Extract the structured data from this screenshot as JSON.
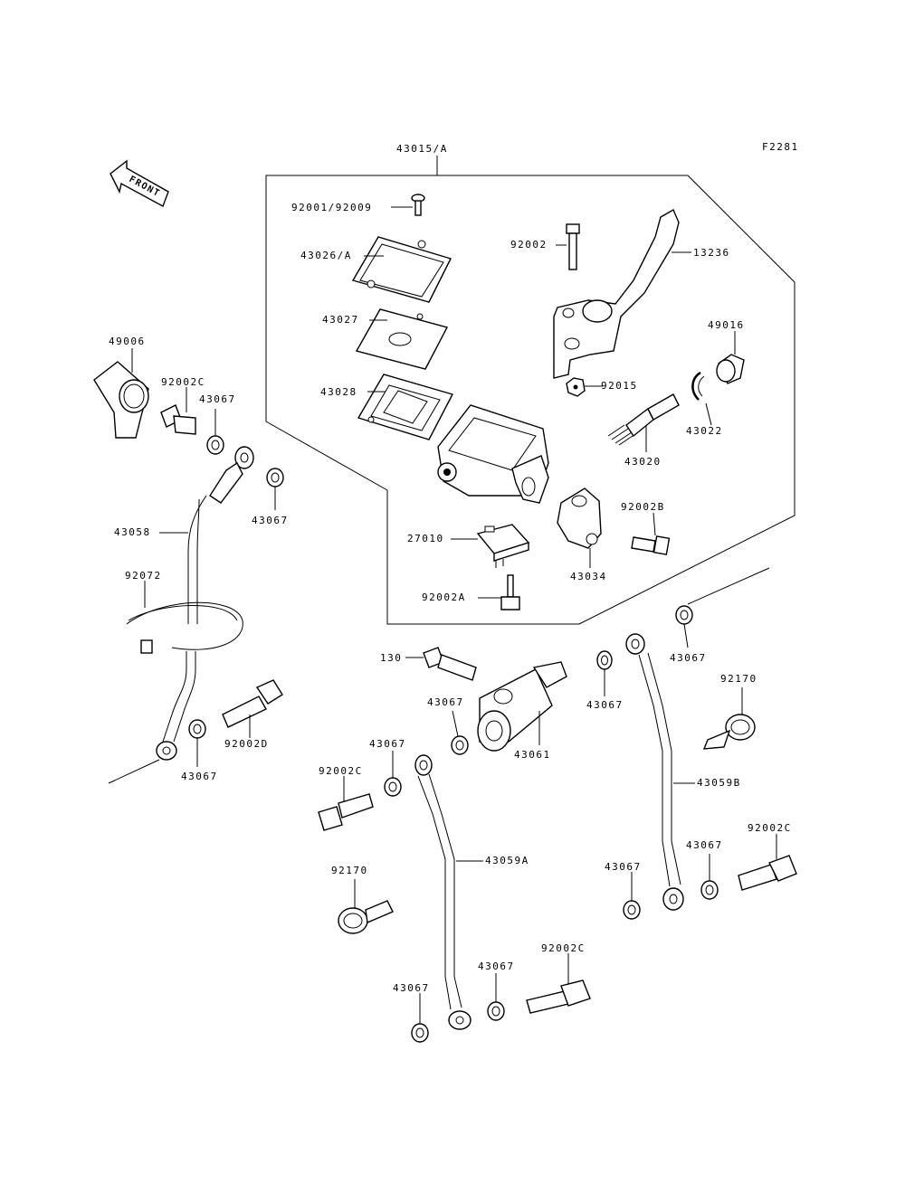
{
  "figure_code": "F2281",
  "front_arrow": "FRONT",
  "assembly": "43015/A",
  "labels": {
    "screw": "92001/92009",
    "cover": "43026/A",
    "plate": "43027",
    "diaphragm": "43028",
    "bolt_pivot": "92002",
    "lever": "13236",
    "boot": "49016",
    "nut": "92015",
    "circlip": "43022",
    "piston": "43020",
    "bolt_b": "92002B",
    "switch": "27010",
    "clamp": "43034",
    "bolt_a": "92002A",
    "cap": "49006",
    "bolt_c1": "92002C",
    "washer1": "43067",
    "washer2": "43067",
    "hose_main": "43058",
    "band": "92072",
    "bolt_d": "92002D",
    "washer3": "43067",
    "bolt_130": "130",
    "washer4": "43067",
    "joint": "43061",
    "washer5": "43067",
    "washer6": "43067",
    "washer7": "43067",
    "bolt_c2": "92002C",
    "clamp1": "92170",
    "hose_a": "43059A",
    "clamp2": "92170",
    "hose_b": "43059B",
    "bolt_c3": "92002C",
    "washer8": "43067",
    "washer9": "43067",
    "washer10": "43067",
    "washer11": "43067",
    "bolt_c4": "92002C"
  }
}
